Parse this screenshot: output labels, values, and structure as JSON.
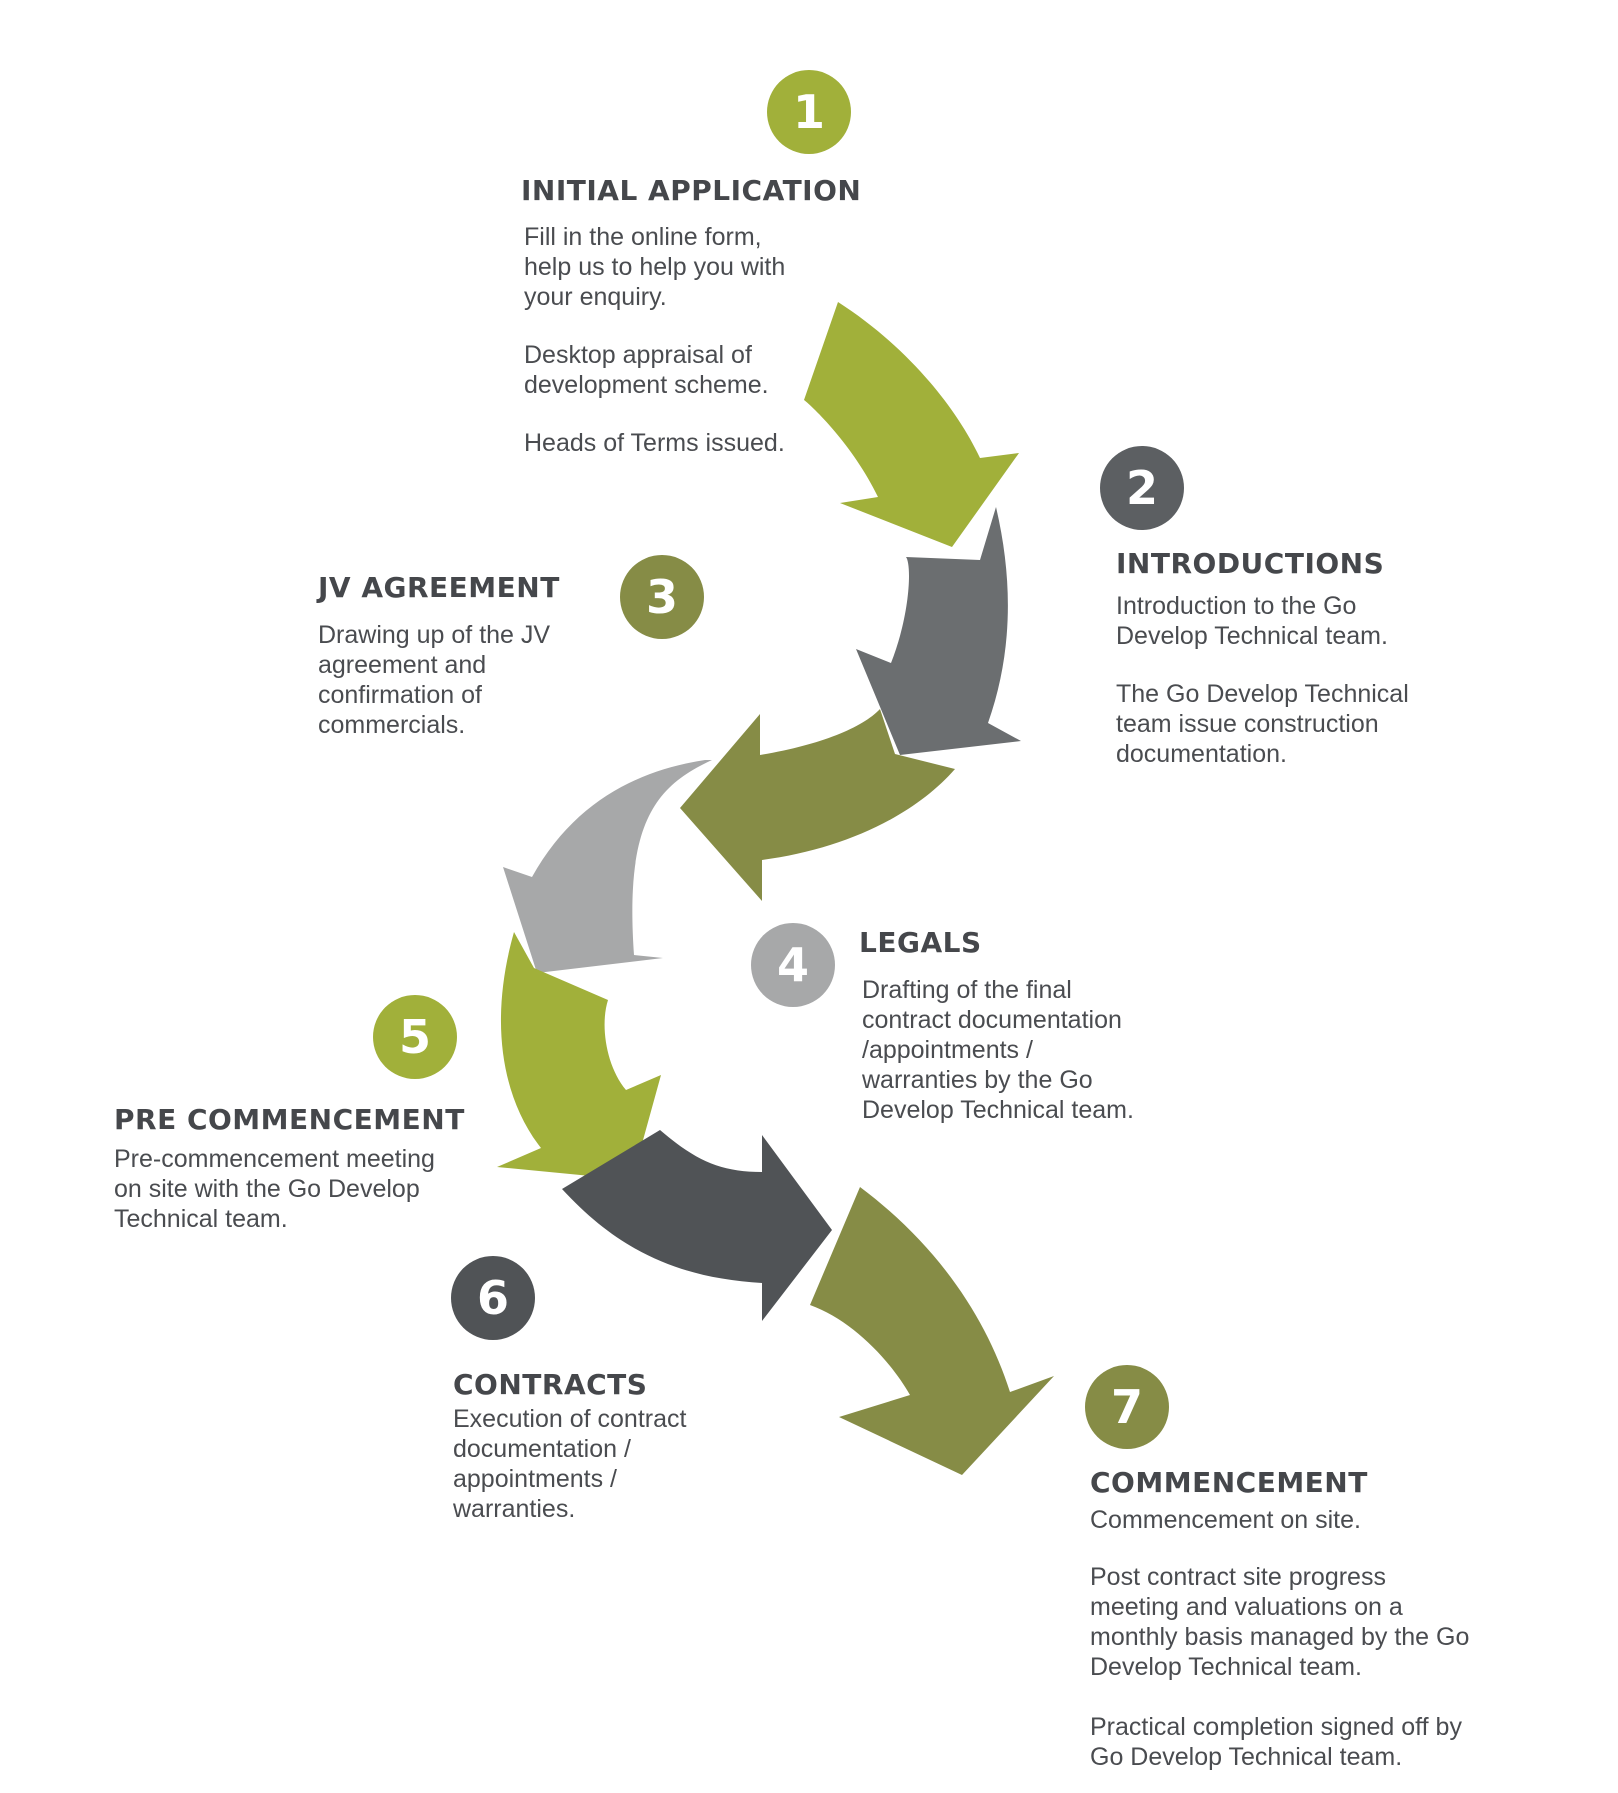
{
  "colors": {
    "green_bright": "#a1b03a",
    "olive": "#868c46",
    "grey_mid": "#6b6e70",
    "grey_light": "#a7a8a9",
    "charcoal": "#505356"
  },
  "steps": [
    {
      "number": "1",
      "title": "INITIAL APPLICATION",
      "color": "#a1b03a",
      "paragraphs": [
        "Fill in the online form,\nhelp us to help you with\nyour enquiry.",
        "Desktop appraisal of\ndevelopment scheme.",
        "Heads of Terms issued."
      ]
    },
    {
      "number": "2",
      "title": "INTRODUCTIONS",
      "color": "#5c5f62",
      "paragraphs": [
        "Introduction to the Go\nDevelop Technical team.",
        "The Go Develop Technical\nteam issue construction\ndocumentation."
      ]
    },
    {
      "number": "3",
      "title": "JV AGREEMENT",
      "color": "#868c46",
      "paragraphs": [
        "Drawing up of the JV\nagreement and\nconfirmation of\ncommercials."
      ]
    },
    {
      "number": "4",
      "title": "LEGALS",
      "color": "#a7a8a9",
      "paragraphs": [
        "Drafting of the final\ncontract documentation\n/appointments /\nwarranties by the Go\nDevelop Technical team."
      ]
    },
    {
      "number": "5",
      "title": "PRE COMMENCEMENT",
      "color": "#a1b03a",
      "paragraphs": [
        "Pre-commencement meeting\non site with the Go Develop\nTechnical team."
      ]
    },
    {
      "number": "6",
      "title": "CONTRACTS",
      "color": "#505356",
      "paragraphs": [
        "Execution of contract\ndocumentation /\nappointments /\nwarranties."
      ]
    },
    {
      "number": "7",
      "title": "COMMENCEMENT",
      "color": "#868c46",
      "paragraphs": [
        "Commencement on site.",
        "Post contract site progress\nmeeting and valuations on a\nmonthly basis managed by the Go\nDevelop Technical team.",
        "Practical completion signed off by\nGo Develop Technical team."
      ]
    }
  ]
}
